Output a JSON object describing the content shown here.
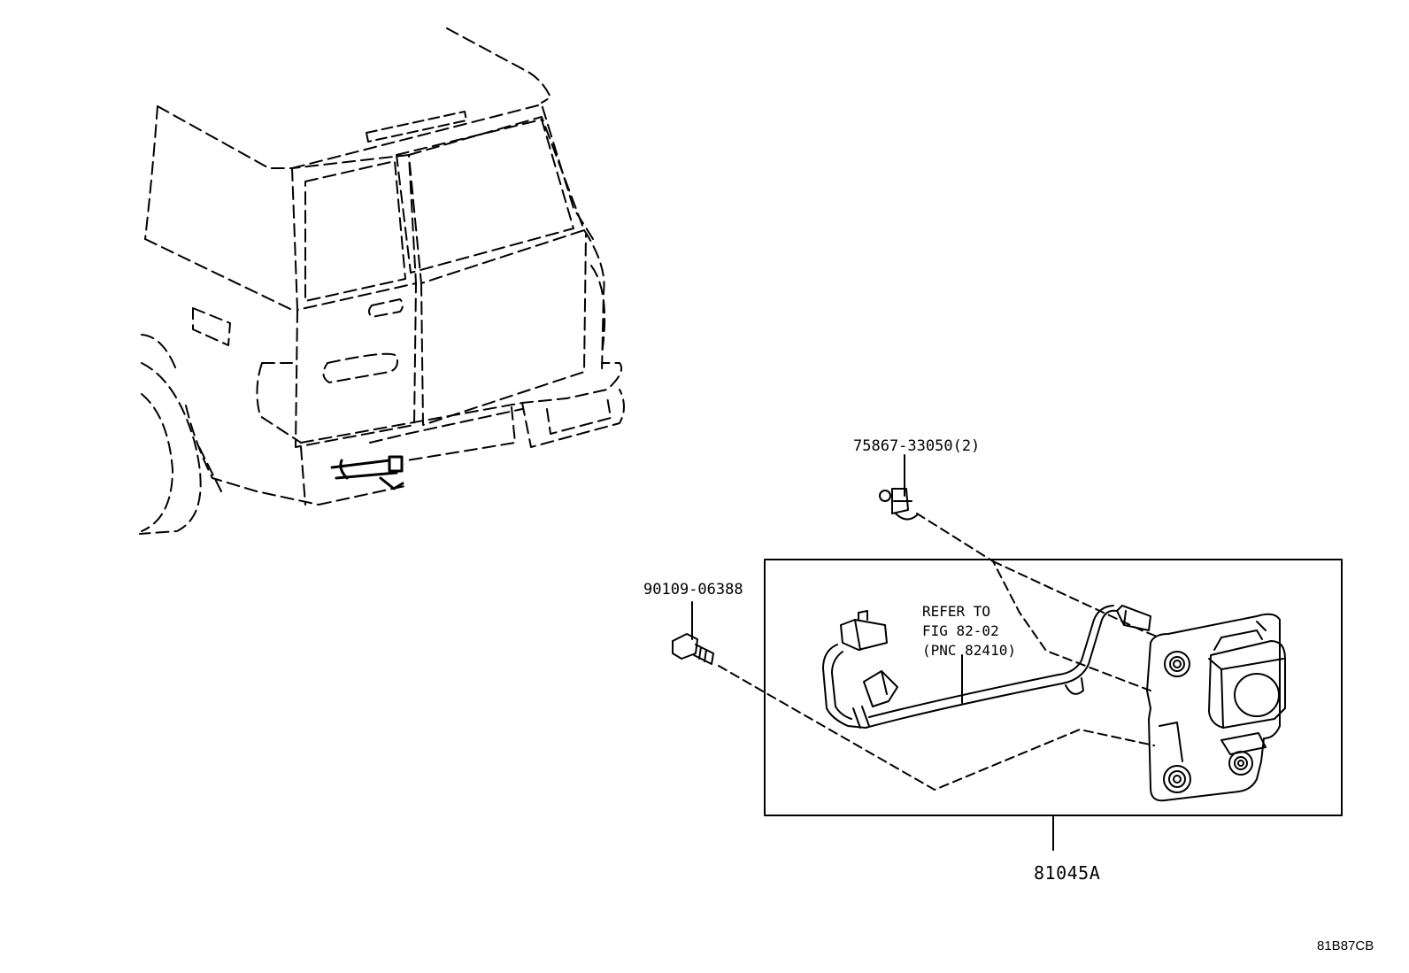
{
  "callouts": {
    "clip": "75867-33050(2)",
    "bolt": "90109-06388",
    "assembly": "81045A"
  },
  "note": {
    "line1": "REFER TO",
    "line2": "FIG 82-02",
    "line3": "(PNC 82410)"
  },
  "illustration_code": "81B87CB"
}
